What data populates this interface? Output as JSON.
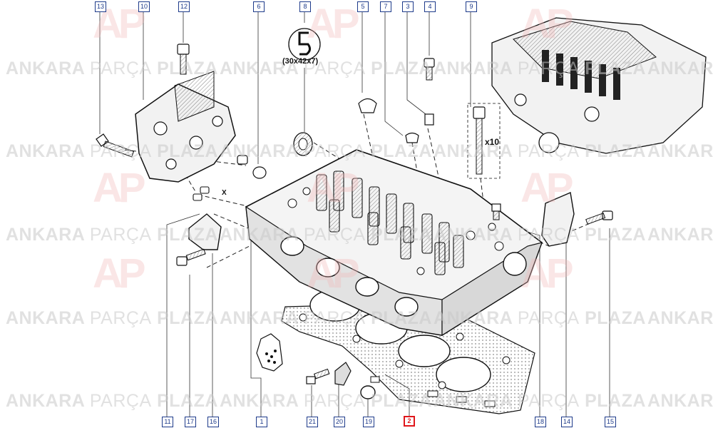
{
  "watermark": {
    "word1": "ANKARA",
    "word2": "PARÇA",
    "word3": "PLAZA",
    "partial": "ANKAR",
    "partial2": "ANKAR",
    "logo_letters": "AP"
  },
  "callouts": {
    "c13": "13",
    "c10": "10",
    "c12": "12",
    "c6": "6",
    "c8": "8",
    "c5": "5",
    "c7": "7",
    "c3": "3",
    "c4": "4",
    "c9": "9",
    "c11": "11",
    "c17": "17",
    "c16": "16",
    "c1": "1",
    "c21": "21",
    "c20": "20",
    "c19": "19",
    "c2": "2",
    "c18": "18",
    "c14": "14",
    "c15": "15"
  },
  "labels": {
    "seal_size": "(30x42x7)",
    "bolt_qty": "x10",
    "dowel_qty": "X"
  },
  "colors": {
    "callout_border": "#1d3a8a",
    "highlight": "#e0161b",
    "line": "#222222",
    "watermark": "#c9c9c9"
  }
}
